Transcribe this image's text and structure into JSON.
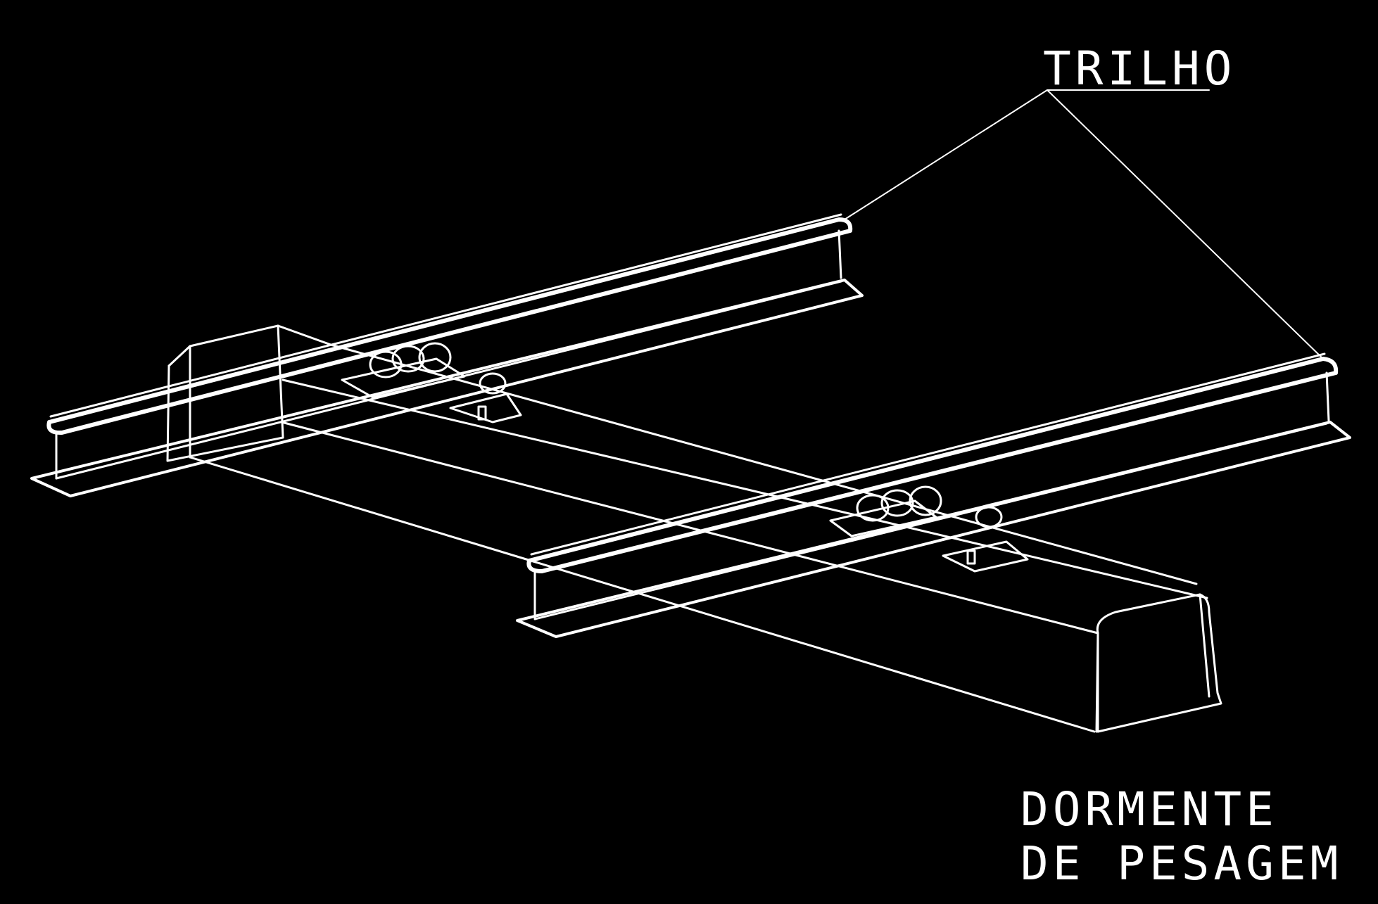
{
  "labels": {
    "rail": "TRILHO",
    "sleeper_line1": "DORMENTE",
    "sleeper_line2": "DE PESAGEM"
  },
  "colors": {
    "background": "#000000",
    "line": "#ffffff"
  }
}
